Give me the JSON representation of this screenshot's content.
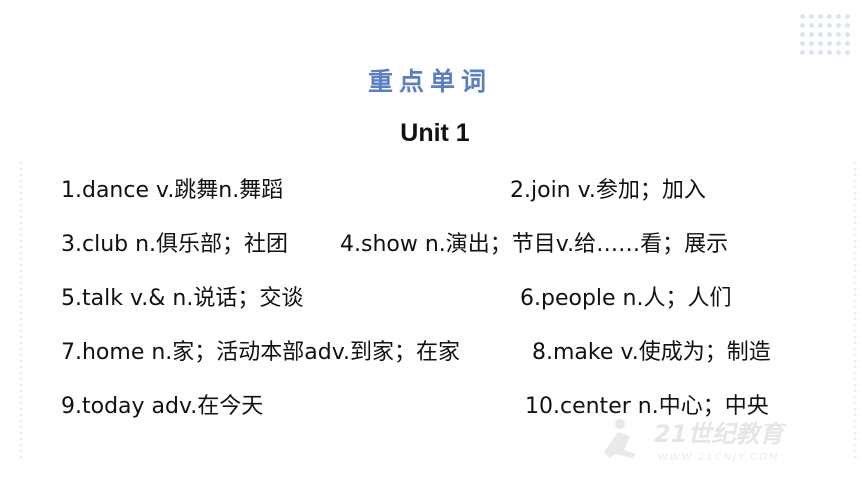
{
  "slide": {
    "title": "重点单词",
    "unit": "Unit 1",
    "words": [
      "1.dance v.跳舞n.舞蹈",
      "2.join v.参加；加入",
      "3.club n.俱乐部；社团",
      "4.show n.演出；节目v.给……看；展示",
      "5.talk v.& n.说话；交谈",
      "6.people n.人；人们",
      "7.home n.家；活动本部adv.到家；在家",
      "8.make v.使成为；制造",
      "9.today adv.在今天",
      "10.center n.中心；中央"
    ],
    "watermark": {
      "logo_text": "21世纪教育",
      "url_text": "WWW.21CNJY.COM"
    }
  },
  "colors": {
    "title": "#5b7fc4",
    "text": "#111111",
    "watermark": "#e8e8e8"
  }
}
